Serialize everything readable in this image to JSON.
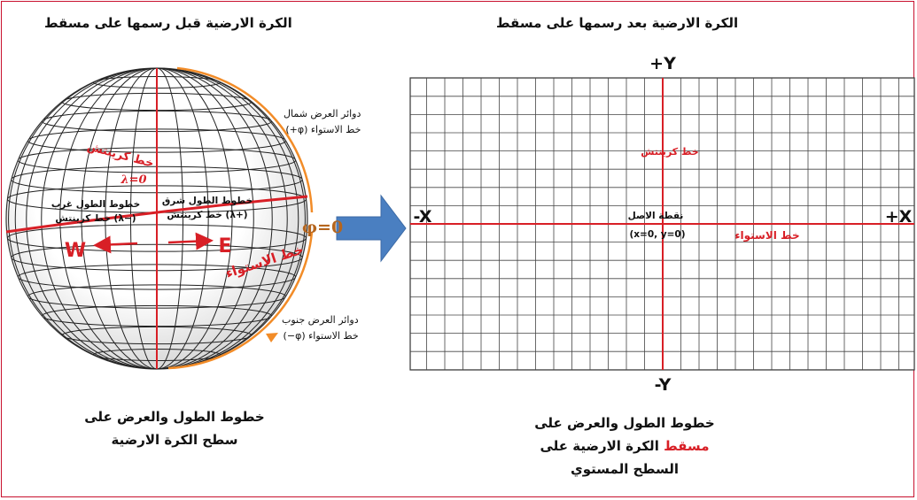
{
  "titles": {
    "left": "الكرة الارضية قبل رسمها على مسقط",
    "right": "الكرة الارضية بعد رسمها على مسقط"
  },
  "globe": {
    "greenwich": "خط كرينتش",
    "lambda_zero": "λ=0",
    "east_line1": "خطوط الطول شرق",
    "east_line2": "خط كرينتش (λ+)",
    "west_line1": "خطوط الطول غرب",
    "west_line2": "خط كرينتش (λ−)",
    "w": "W",
    "e": "E",
    "equator": "خط الاستواء",
    "phi_zero": "φ=0"
  },
  "side_labels": {
    "north_line1": "دوائر العرض شمال",
    "north_line2": "خط الاستواء (φ+)",
    "south_line1": "دوائر العرض جنوب",
    "south_line2": "خط الاستواء (φ−)"
  },
  "grid": {
    "plus_y": "+Y",
    "minus_y": "-Y",
    "plus_x": "+X",
    "minus_x": "-X",
    "greenwich": "خط كرينتش",
    "origin_line1": "نقطة الاصل",
    "origin_line2": "(x=0, y=0)",
    "equator": "خط الاستواء"
  },
  "bottom_left": {
    "line1": "خطوط الطول والعرض على",
    "line2": "سطح الكرة الارضية"
  },
  "bottom_right": {
    "line1": "خطوط الطول والعرض على",
    "word_red": "مسقط",
    "line2_rest": "الكرة الارضية على",
    "line3": "السطح المستوي"
  },
  "colors": {
    "accent_red": "#d81f26",
    "orange": "#f28c28",
    "arrow_blue": "#4a7fc1",
    "frame": "#c8102e"
  }
}
